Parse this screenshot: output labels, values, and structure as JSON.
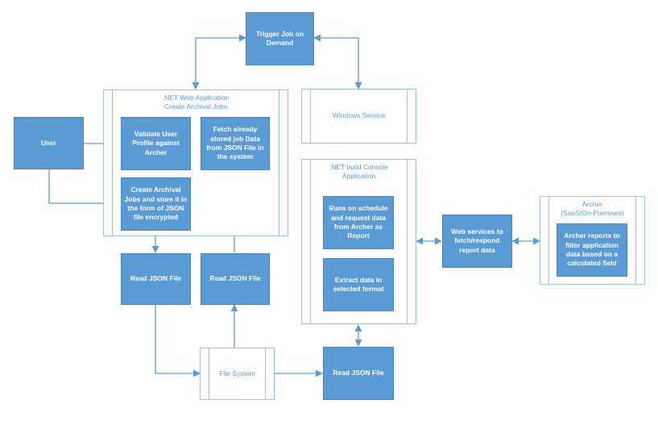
{
  "colors": {
    "box_fill": "#5b9bd5",
    "frame_border": "#9dc3e6",
    "arrow": "#5b9bd5"
  },
  "nodes": {
    "trigger": "Trigger Job on Demand",
    "user": "User",
    "webapp_title": ".NET Web Application\nCreate Archival Jobs",
    "validate": "Validate User Profile against Archer",
    "fetch_stored": "Fetch already stored job Data from JSON File in the system",
    "create_jobs": "Create Archival Jobs and store it in the form of JSON file encrypted",
    "windows_service": "Windows Service",
    "console_title": ".NET build Console\nApplication",
    "runs_schedule": "Runs on schedule and request data from Archer as Report",
    "extract_data": "Extract data in selected format",
    "web_services": "Web services to fetch/respond report data",
    "archer_title": "Archer\n(SaaS/On-Premises)",
    "archer_reports": "Archer reports to filter application data based on a calculated field",
    "read_json_1": "Read JSON File",
    "read_json_2": "Read JSON File",
    "read_json_3": "Read JSON File",
    "file_system": "File System"
  }
}
